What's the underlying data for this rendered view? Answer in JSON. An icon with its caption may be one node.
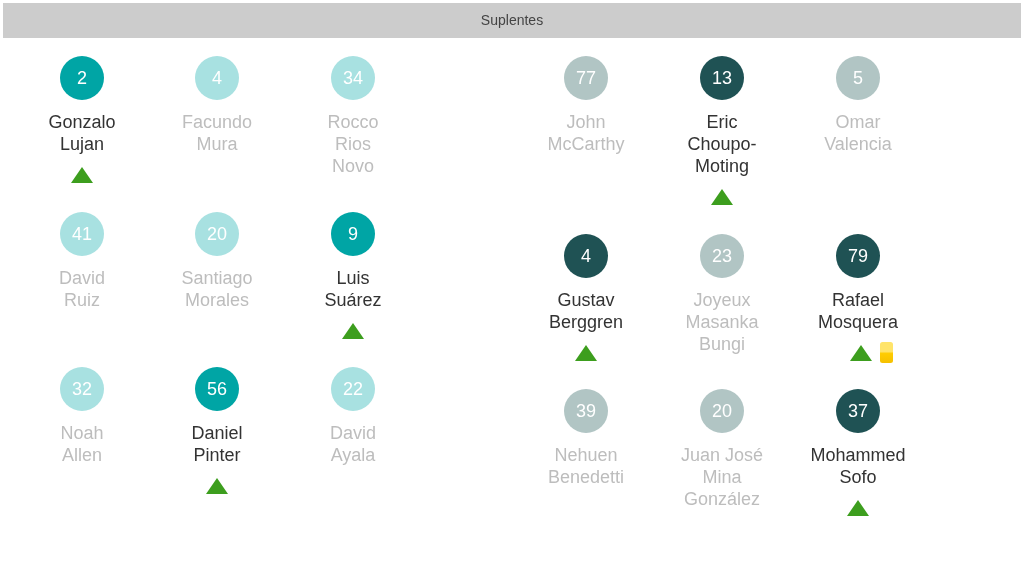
{
  "diagram": {
    "title": "Suplentes",
    "nodes": [
      {
        "text": [
          "2"
        ],
        "beside": [
          "Gonzalo Lujan"
        ]
      },
      {
        "text": [
          "4"
        ],
        "beside": [
          "Facundo Mura"
        ]
      },
      {
        "text": [
          "34"
        ],
        "beside": [
          "Rocco Rios Novo"
        ]
      },
      {
        "text": [
          "41"
        ],
        "beside": [
          "David Ruiz"
        ]
      },
      {
        "text": [
          "20"
        ],
        "beside": [
          "Santiago Morales"
        ]
      },
      {
        "text": [
          "9"
        ],
        "beside": [
          "Luis Suárez"
        ]
      },
      {
        "text": [
          "32"
        ],
        "beside": [
          "Noah Allen"
        ]
      },
      {
        "text": [
          "56"
        ],
        "beside": [
          "Daniel Pinter"
        ]
      },
      {
        "text": [
          "22"
        ],
        "beside": [
          "David Ayala"
        ]
      },
      {
        "text": [
          "77"
        ],
        "beside": [
          "John McCarthy"
        ]
      },
      {
        "text": [
          "13"
        ],
        "beside": [
          "Eric Choupo-Moting"
        ]
      },
      {
        "text": [
          "5"
        ],
        "beside": [
          "Omar Valencia"
        ]
      },
      {
        "text": [
          "4"
        ],
        "beside": [
          "Gustav Berggren"
        ]
      },
      {
        "text": [
          "23"
        ],
        "beside": [
          "Joyeux Masanka Bungi"
        ]
      },
      {
        "text": [
          "79"
        ],
        "beside": [
          "Rafael Mosquera"
        ]
      },
      {
        "text": [
          "39"
        ],
        "beside": [
          "Nehuen Benedetti"
        ]
      },
      {
        "text": [
          "20"
        ],
        "beside": [
          "Juan José Mina González"
        ]
      },
      {
        "text": [
          "37"
        ],
        "beside": [
          "Mohammed Sofo"
        ]
      }
    ]
  }
}
